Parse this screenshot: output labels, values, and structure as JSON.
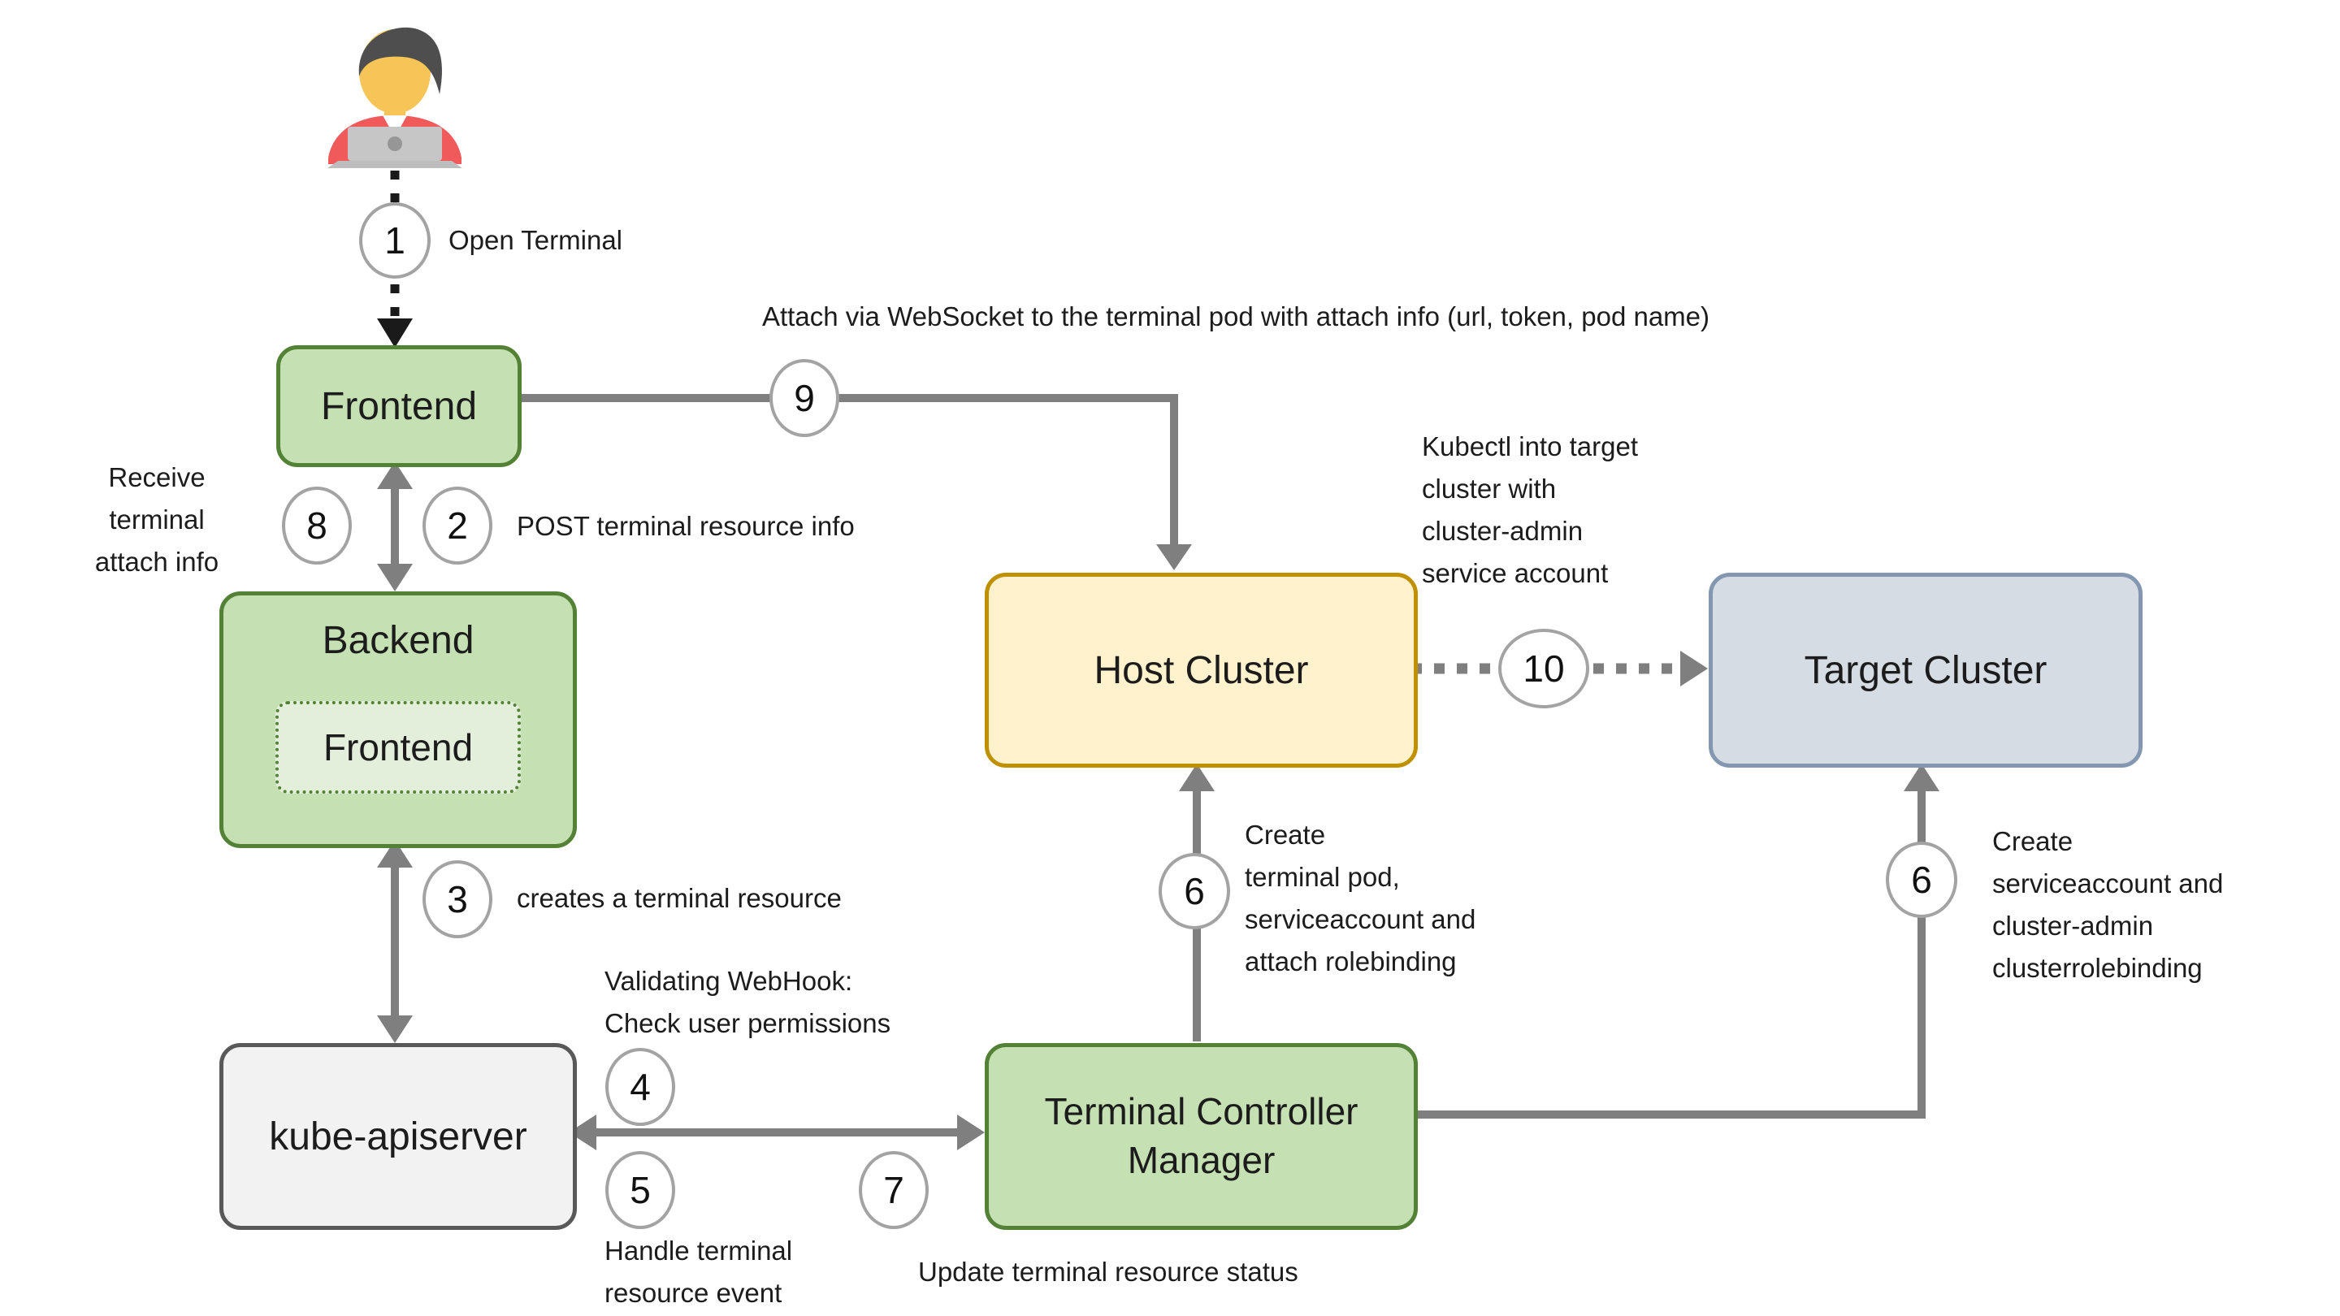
{
  "actor": {
    "name": "user-at-laptop"
  },
  "nodes": {
    "frontend": {
      "label": "Frontend"
    },
    "backend": {
      "label": "Backend",
      "inner_label": "Frontend"
    },
    "kube_apiserver": {
      "label": "kube-apiserver"
    },
    "host_cluster": {
      "label": "Host Cluster"
    },
    "target_cluster": {
      "label": "Target Cluster"
    },
    "terminal_controller_manager": {
      "label": "Terminal Controller Manager"
    }
  },
  "circles": {
    "c1": "1",
    "c2": "2",
    "c3": "3",
    "c4": "4",
    "c5": "5",
    "c6_host": "6",
    "c6_target": "6",
    "c7": "7",
    "c8": "8",
    "c9": "9",
    "c10": "10"
  },
  "annotations": {
    "open_terminal": "Open Terminal",
    "attach_websocket": "Attach via WebSocket to the terminal pod with attach info (url, token, pod name)",
    "receive_attach": {
      "lines": [
        "Receive",
        "terminal",
        "attach info"
      ]
    },
    "post_info": "POST terminal resource info",
    "creates_resource": "creates a terminal resource",
    "validating_webhook": {
      "lines": [
        "Validating WebHook:",
        "Check user permissions"
      ]
    },
    "handle_event": {
      "lines": [
        "Handle terminal",
        "resource event"
      ]
    },
    "update_status": "Update terminal resource status",
    "kubectl_target": {
      "lines": [
        "Kubectl into target",
        "cluster with",
        "cluster-admin",
        "service account"
      ]
    },
    "create_pod": {
      "lines": [
        "Create",
        "terminal pod,",
        "serviceaccount and",
        "attach rolebinding"
      ]
    },
    "create_sa": {
      "lines": [
        "Create",
        "serviceaccount and",
        "cluster-admin",
        "clusterrolebinding"
      ]
    }
  },
  "colors": {
    "green_fill": "#c5e0b3",
    "green_border": "#538135",
    "green_inner_fill": "#e3efda",
    "yellow_fill": "#fff2cc",
    "yellow_border": "#bf9000",
    "blue_fill": "#d6dce4",
    "blue_border": "#8497b0",
    "gray_fill": "#f2f2f2",
    "gray_border": "#595959",
    "arrow_gray": "#7f7f7f",
    "arrow_black": "#1a1a1a",
    "circle_border": "#a3a3a3"
  }
}
